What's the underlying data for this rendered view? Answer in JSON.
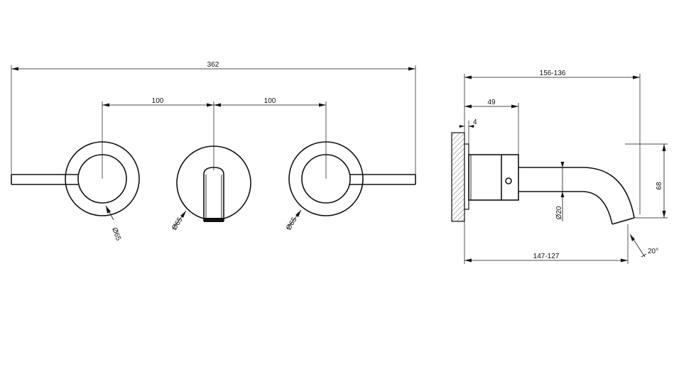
{
  "front_view": {
    "overall_width": "362",
    "spacing_left": "100",
    "spacing_right": "100",
    "diameter_left": "Ø65",
    "diameter_center": "Ø65",
    "diameter_right": "Ø65"
  },
  "side_view": {
    "projection": "156-136",
    "body_length": "49",
    "plate_thickness": "4",
    "height": "68",
    "spout_diameter": "Ø20",
    "spout_reach": "147-127",
    "outlet_angle": "20°"
  }
}
